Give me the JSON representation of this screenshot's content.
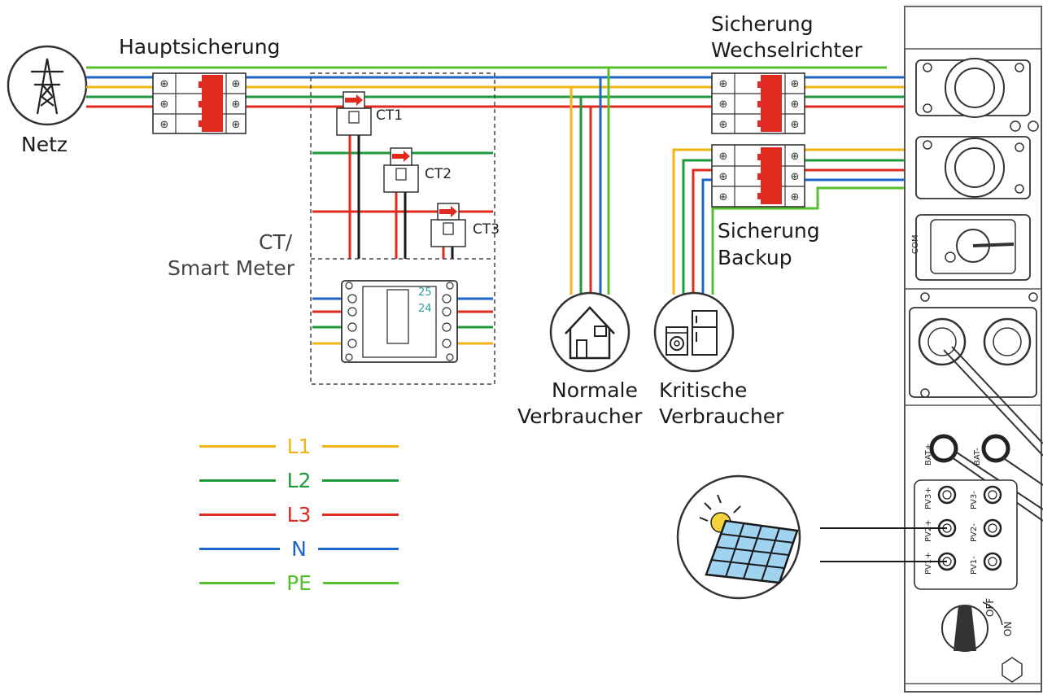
{
  "colors": {
    "L1": "#f2b316",
    "L2": "#1e9a3d",
    "L3": "#e0291f",
    "N": "#1b66c9",
    "PE": "#55bf2d",
    "wire_black": "#1a1a1a",
    "breaker_red": "#e0291f",
    "outline": "#333333"
  },
  "labels": {
    "netz": "Netz",
    "hauptsicherung": "Hauptsicherung",
    "sicherung_wr_1": "Sicherung",
    "sicherung_wr_2": "Wechselrichter",
    "sicherung_backup_1": "Sicherung",
    "sicherung_backup_2": "Backup",
    "ct_meter_1": "CT/",
    "ct_meter_2": "Smart Meter",
    "normale_1": "Normale",
    "normale_2": "Verbraucher",
    "kritische_1": "Kritische",
    "kritische_2": "Verbraucher",
    "ct1": "CT1",
    "ct2": "CT2",
    "ct3": "CT3",
    "meter_25": "25",
    "meter_24": "24"
  },
  "legend": [
    {
      "label": "L1",
      "color": "#f2b316"
    },
    {
      "label": "L2",
      "color": "#1e9a3d"
    },
    {
      "label": "L3",
      "color": "#e0291f"
    },
    {
      "label": "N",
      "color": "#1b66c9"
    },
    {
      "label": "PE",
      "color": "#55bf2d"
    }
  ],
  "ports": {
    "com": "COM",
    "bat_plus": "BAT+",
    "bat_minus": "BAT-",
    "pv3_plus": "PV3+",
    "pv3_minus": "PV3-",
    "pv2_plus": "PV2+",
    "pv2_minus": "PV2-",
    "pv1_plus": "PV1+",
    "pv1_minus": "PV1-",
    "off": "OFF",
    "on": "ON"
  },
  "icons": [
    "power-tower-icon",
    "house-icon",
    "appliances-icon",
    "solar-panel-icon",
    "rotary-switch-icon"
  ]
}
